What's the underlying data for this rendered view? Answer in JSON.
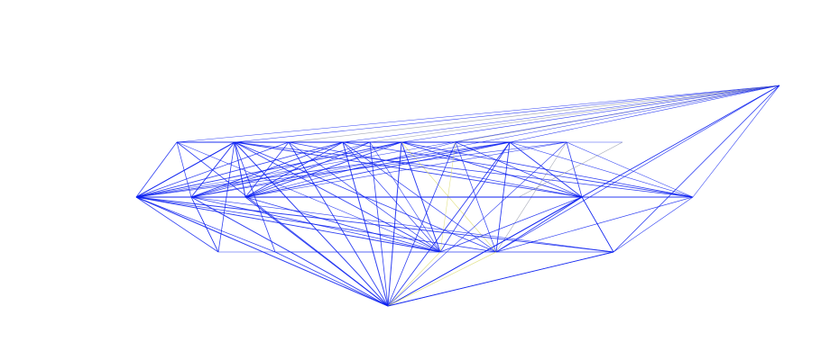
{
  "graph": {
    "style": {
      "primary_edge_color": "#0a1ff0",
      "muted_edge_color": "#8a8fa0",
      "accent_edge_color": "#d8d860",
      "background": "#ffffff"
    },
    "nodes": [
      {
        "id": "apex"
      },
      {
        "id": "top-1"
      },
      {
        "id": "top-2"
      },
      {
        "id": "top-3"
      },
      {
        "id": "top-4"
      },
      {
        "id": "top-5"
      },
      {
        "id": "top-6"
      },
      {
        "id": "top-7"
      },
      {
        "id": "top-8"
      },
      {
        "id": "top-9"
      },
      {
        "id": "mid-1"
      },
      {
        "id": "mid-2"
      },
      {
        "id": "mid-3"
      },
      {
        "id": "mid-4"
      },
      {
        "id": "mid-5"
      },
      {
        "id": "low-1"
      },
      {
        "id": "low-2"
      },
      {
        "id": "low-3"
      },
      {
        "id": "low-4"
      },
      {
        "id": "low-5"
      },
      {
        "id": "bottom"
      }
    ],
    "edges": [
      {
        "source": "apex",
        "target": "top-1",
        "tone": "primary",
        "weight": 0.5
      },
      {
        "source": "apex",
        "target": "top-2",
        "tone": "primary",
        "weight": 0.6
      },
      {
        "source": "apex",
        "target": "top-3",
        "tone": "muted",
        "weight": 0.7
      },
      {
        "source": "apex",
        "target": "top-4",
        "tone": "primary",
        "weight": 0.5
      },
      {
        "source": "apex",
        "target": "top-5",
        "tone": "muted",
        "weight": 0.6
      },
      {
        "source": "apex",
        "target": "top-6",
        "tone": "primary",
        "weight": 0.6
      },
      {
        "source": "apex",
        "target": "top-7",
        "tone": "muted",
        "weight": 0.7
      },
      {
        "source": "apex",
        "target": "top-8",
        "tone": "primary",
        "weight": 0.6
      },
      {
        "source": "apex",
        "target": "mid-1",
        "tone": "primary",
        "weight": 0.5
      },
      {
        "source": "apex",
        "target": "mid-2",
        "tone": "primary",
        "weight": 0.5
      },
      {
        "source": "apex",
        "target": "mid-4",
        "tone": "primary",
        "weight": 0.6
      },
      {
        "source": "apex",
        "target": "mid-5",
        "tone": "primary",
        "weight": 0.6
      },
      {
        "source": "apex",
        "target": "low-4",
        "tone": "primary",
        "weight": 0.7
      },
      {
        "source": "apex",
        "target": "low-5",
        "tone": "primary",
        "weight": 0.8
      },
      {
        "source": "apex",
        "target": "bottom",
        "tone": "primary",
        "weight": 0.7
      },
      {
        "source": "top-1",
        "target": "top-9",
        "tone": "primary",
        "weight": 0.9
      },
      {
        "source": "top-1",
        "target": "mid-1",
        "tone": "primary",
        "weight": 0.8
      },
      {
        "source": "top-1",
        "target": "mid-2",
        "tone": "primary",
        "weight": 0.7
      },
      {
        "source": "top-1",
        "target": "bottom",
        "tone": "primary",
        "weight": 0.8
      },
      {
        "source": "top-1",
        "target": "low-3",
        "tone": "primary",
        "weight": 0.6
      },
      {
        "source": "top-1",
        "target": "top-3",
        "tone": "primary",
        "weight": 0.6
      },
      {
        "source": "top-2",
        "target": "mid-1",
        "tone": "primary",
        "weight": 1
      },
      {
        "source": "top-2",
        "target": "mid-2",
        "tone": "primary",
        "weight": 1
      },
      {
        "source": "top-2",
        "target": "mid-3",
        "tone": "primary",
        "weight": 1
      },
      {
        "source": "top-2",
        "target": "mid-4",
        "tone": "primary",
        "weight": 0.9
      },
      {
        "source": "top-2",
        "target": "mid-5",
        "tone": "primary",
        "weight": 0.8
      },
      {
        "source": "top-2",
        "target": "low-1",
        "tone": "primary",
        "weight": 0.8
      },
      {
        "source": "top-2",
        "target": "low-2",
        "tone": "primary",
        "weight": 0.8
      },
      {
        "source": "top-2",
        "target": "low-3",
        "tone": "primary",
        "weight": 0.9
      },
      {
        "source": "top-2",
        "target": "low-4",
        "tone": "primary",
        "weight": 0.8
      },
      {
        "source": "top-2",
        "target": "bottom",
        "tone": "primary",
        "weight": 1
      },
      {
        "source": "top-2",
        "target": "top-4",
        "tone": "primary",
        "weight": 0.9
      },
      {
        "source": "top-2",
        "target": "top-6",
        "tone": "primary",
        "weight": 0.8
      },
      {
        "source": "top-2",
        "target": "top-8",
        "tone": "primary",
        "weight": 0.8
      },
      {
        "source": "top-3",
        "target": "mid-1",
        "tone": "primary",
        "weight": 0.7
      },
      {
        "source": "top-3",
        "target": "mid-3",
        "tone": "primary",
        "weight": 0.8
      },
      {
        "source": "top-3",
        "target": "mid-4",
        "tone": "primary",
        "weight": 0.7
      },
      {
        "source": "top-3",
        "target": "bottom",
        "tone": "primary",
        "weight": 0.9
      },
      {
        "source": "top-3",
        "target": "low-3",
        "tone": "primary",
        "weight": 0.7
      },
      {
        "source": "top-4",
        "target": "mid-1",
        "tone": "primary",
        "weight": 0.9
      },
      {
        "source": "top-4",
        "target": "mid-2",
        "tone": "primary",
        "weight": 0.9
      },
      {
        "source": "top-4",
        "target": "mid-3",
        "tone": "primary",
        "weight": 0.9
      },
      {
        "source": "top-4",
        "target": "mid-5",
        "tone": "primary",
        "weight": 0.8
      },
      {
        "source": "top-4",
        "target": "bottom",
        "tone": "primary",
        "weight": 1
      },
      {
        "source": "top-4",
        "target": "low-3",
        "tone": "primary",
        "weight": 0.7
      },
      {
        "source": "top-4",
        "target": "low-4",
        "tone": "primary",
        "weight": 0.7
      },
      {
        "source": "top-4",
        "target": "top-6",
        "tone": "primary",
        "weight": 0.8
      },
      {
        "source": "top-5",
        "target": "mid-2",
        "tone": "primary",
        "weight": 0.6
      },
      {
        "source": "top-5",
        "target": "mid-3",
        "tone": "primary",
        "weight": 0.7
      },
      {
        "source": "top-5",
        "target": "bottom",
        "tone": "primary",
        "weight": 0.8
      },
      {
        "source": "top-5",
        "target": "low-3",
        "tone": "primary",
        "weight": 0.6
      },
      {
        "source": "top-6",
        "target": "mid-1",
        "tone": "primary",
        "weight": 0.9
      },
      {
        "source": "top-6",
        "target": "mid-2",
        "tone": "primary",
        "weight": 0.8
      },
      {
        "source": "top-6",
        "target": "mid-3",
        "tone": "primary",
        "weight": 0.9
      },
      {
        "source": "top-6",
        "target": "mid-4",
        "tone": "primary",
        "weight": 0.9
      },
      {
        "source": "top-6",
        "target": "mid-5",
        "tone": "primary",
        "weight": 0.8
      },
      {
        "source": "top-6",
        "target": "low-3",
        "tone": "primary",
        "weight": 1
      },
      {
        "source": "top-6",
        "target": "bottom",
        "tone": "primary",
        "weight": 1
      },
      {
        "source": "top-6",
        "target": "low-4",
        "tone": "accent",
        "weight": 0.7
      },
      {
        "source": "top-6",
        "target": "top-8",
        "tone": "primary",
        "weight": 0.9
      },
      {
        "source": "top-7",
        "target": "mid-4",
        "tone": "primary",
        "weight": 0.7
      },
      {
        "source": "top-7",
        "target": "mid-3",
        "tone": "primary",
        "weight": 0.6
      },
      {
        "source": "top-7",
        "target": "low-4",
        "tone": "primary",
        "weight": 0.7
      },
      {
        "source": "top-7",
        "target": "bottom",
        "tone": "primary",
        "weight": 0.8
      },
      {
        "source": "top-7",
        "target": "low-3",
        "tone": "accent",
        "weight": 0.6
      },
      {
        "source": "top-8",
        "target": "mid-1",
        "tone": "primary",
        "weight": 0.8
      },
      {
        "source": "top-8",
        "target": "mid-2",
        "tone": "primary",
        "weight": 0.8
      },
      {
        "source": "top-8",
        "target": "mid-3",
        "tone": "primary",
        "weight": 0.9
      },
      {
        "source": "top-8",
        "target": "mid-4",
        "tone": "primary",
        "weight": 1
      },
      {
        "source": "top-8",
        "target": "low-3",
        "tone": "primary",
        "weight": 0.8
      },
      {
        "source": "top-8",
        "target": "low-4",
        "tone": "primary",
        "weight": 0.9
      },
      {
        "source": "top-8",
        "target": "bottom",
        "tone": "primary",
        "weight": 0.9
      },
      {
        "source": "top-8",
        "target": "mid-5",
        "tone": "primary",
        "weight": 0.6
      },
      {
        "source": "top-9",
        "target": "mid-1",
        "tone": "primary",
        "weight": 0.6
      },
      {
        "source": "top-9",
        "target": "mid-3",
        "tone": "primary",
        "weight": 0.6
      },
      {
        "source": "top-9",
        "target": "mid-4",
        "tone": "primary",
        "weight": 0.8
      },
      {
        "source": "top-9",
        "target": "low-4",
        "tone": "muted",
        "weight": 0.6
      },
      {
        "source": "top-9",
        "target": "bottom",
        "tone": "primary",
        "weight": 0.6
      },
      {
        "source": "mid-1",
        "target": "mid-4",
        "tone": "primary",
        "weight": 1.1
      },
      {
        "source": "mid-1",
        "target": "mid-2",
        "tone": "primary",
        "weight": 0.8
      },
      {
        "source": "mid-1",
        "target": "low-1",
        "tone": "primary",
        "weight": 0.8
      },
      {
        "source": "mid-1",
        "target": "low-2",
        "tone": "primary",
        "weight": 0.7
      },
      {
        "source": "mid-1",
        "target": "low-3",
        "tone": "primary",
        "weight": 0.9
      },
      {
        "source": "mid-1",
        "target": "low-4",
        "tone": "primary",
        "weight": 0.8
      },
      {
        "source": "mid-1",
        "target": "low-5",
        "tone": "primary",
        "weight": 0.9
      },
      {
        "source": "mid-1",
        "target": "bottom",
        "tone": "primary",
        "weight": 1.1
      },
      {
        "source": "mid-2",
        "target": "low-3",
        "tone": "primary",
        "weight": 0.8
      },
      {
        "source": "mid-2",
        "target": "bottom",
        "tone": "primary",
        "weight": 1
      },
      {
        "source": "mid-2",
        "target": "mid-5",
        "tone": "primary",
        "weight": 0.7
      },
      {
        "source": "mid-2",
        "target": "low-5",
        "tone": "primary",
        "weight": 0.6
      },
      {
        "source": "mid-3",
        "target": "bottom",
        "tone": "primary",
        "weight": 1
      },
      {
        "source": "mid-3",
        "target": "low-3",
        "tone": "primary",
        "weight": 0.8
      },
      {
        "source": "mid-3",
        "target": "mid-4",
        "tone": "primary",
        "weight": 0.9
      },
      {
        "source": "mid-4",
        "target": "bottom",
        "tone": "primary",
        "weight": 1
      },
      {
        "source": "mid-4",
        "target": "low-4",
        "tone": "primary",
        "weight": 0.9
      },
      {
        "source": "mid-4",
        "target": "low-5",
        "tone": "primary",
        "weight": 0.8
      },
      {
        "source": "mid-4",
        "target": "low-3",
        "tone": "primary",
        "weight": 0.8
      },
      {
        "source": "mid-5",
        "target": "low-5",
        "tone": "primary",
        "weight": 0.6
      },
      {
        "source": "mid-5",
        "target": "low-4",
        "tone": "primary",
        "weight": 0.7
      },
      {
        "source": "mid-5",
        "target": "mid-4",
        "tone": "primary",
        "weight": 0.7
      },
      {
        "source": "low-1",
        "target": "low-3",
        "tone": "primary",
        "weight": 0.6
      },
      {
        "source": "low-1",
        "target": "mid-2",
        "tone": "primary",
        "weight": 0.7
      },
      {
        "source": "low-2",
        "target": "bottom",
        "tone": "primary",
        "weight": 0.8
      },
      {
        "source": "low-2",
        "target": "low-3",
        "tone": "primary",
        "weight": 0.6
      },
      {
        "source": "low-3",
        "target": "bottom",
        "tone": "accent",
        "weight": 0.7
      },
      {
        "source": "low-3",
        "target": "low-4",
        "tone": "primary",
        "weight": 0.7
      },
      {
        "source": "low-4",
        "target": "bottom",
        "tone": "accent",
        "weight": 0.7
      },
      {
        "source": "low-4",
        "target": "low-5",
        "tone": "primary",
        "weight": 0.8
      },
      {
        "source": "low-5",
        "target": "bottom",
        "tone": "primary",
        "weight": 0.9
      }
    ]
  }
}
